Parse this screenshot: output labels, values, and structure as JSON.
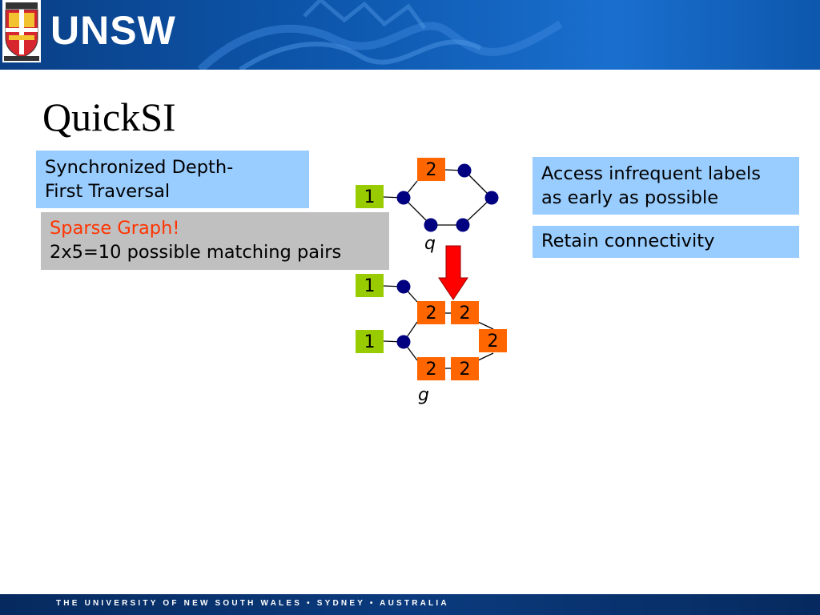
{
  "header": {
    "brand": "UNSW",
    "crest_icon": "university-crest-icon"
  },
  "slide": {
    "title": "QuickSI",
    "box_left": "Synchronized Depth-\nFirst Traversal",
    "box_sparse_highlight": "Sparse Graph!",
    "box_sparse_text": "2x5=10 possible matching pairs",
    "box_right_1": "Access infrequent labels\nas early as possible",
    "box_right_2": "Retain connectivity"
  },
  "diagram": {
    "query_label": "q",
    "data_label": "g",
    "query_labels": [
      "2",
      "1"
    ],
    "data_labels": [
      "1",
      "2",
      "2",
      "1",
      "2",
      "2",
      "2"
    ],
    "colors": {
      "green_label": "#99cc00",
      "orange_label": "#ff6600",
      "vertex": "#000080",
      "arrow": "#ff0000"
    }
  },
  "footer": {
    "text": "THE UNIVERSITY OF NEW SOUTH WALES • SYDNEY • AUSTRALIA"
  }
}
